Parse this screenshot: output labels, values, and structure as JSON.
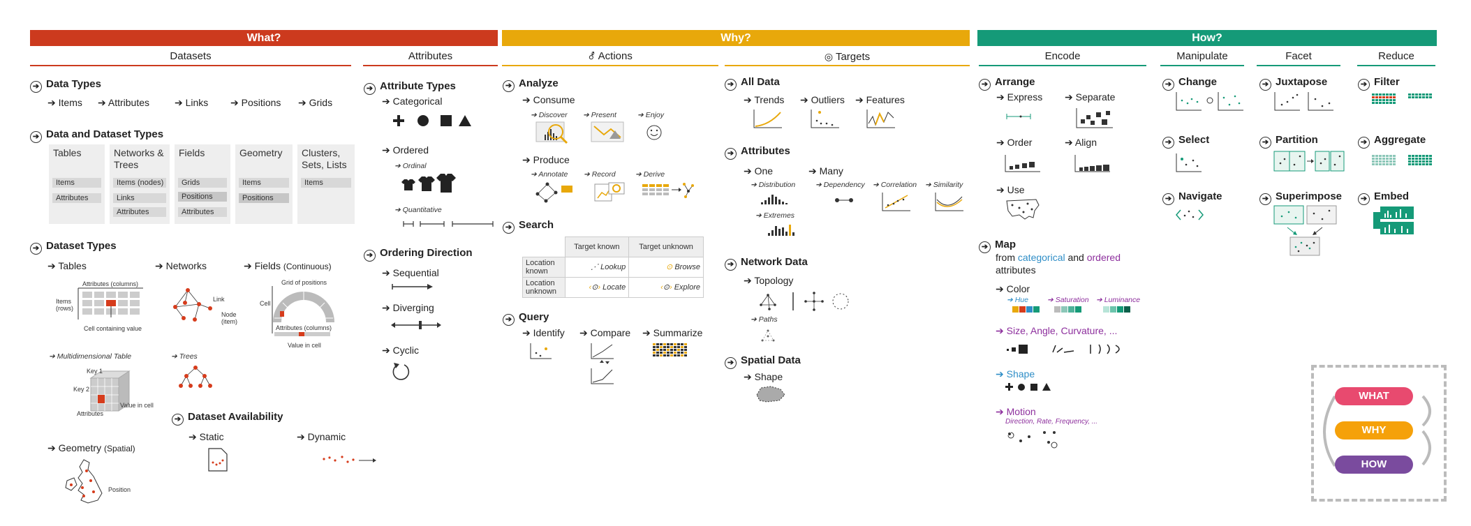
{
  "colors": {
    "what": "#cc3a1e",
    "why": "#e8a80b",
    "how": "#159a78",
    "red": "#d63c1c",
    "orange": "#e8a80b",
    "teal": "#159a78",
    "purple": "#8d2f9d",
    "blue": "#2f8ec7",
    "legend_what": "#e84a6f",
    "legend_why": "#f5a10a",
    "legend_how": "#7a4b9e"
  },
  "bands": {
    "what": "What?",
    "why": "Why?",
    "how": "How?"
  },
  "subs": {
    "datasets": "Datasets",
    "attributes": "Attributes",
    "actions": "Actions",
    "targets": "Targets",
    "encode": "Encode",
    "manipulate": "Manipulate",
    "facet": "Facet",
    "reduce": "Reduce"
  },
  "datasets": {
    "data_types": {
      "title": "Data Types",
      "items": [
        "Items",
        "Attributes",
        "Links",
        "Positions",
        "Grids"
      ]
    },
    "dd_types": {
      "title": "Data and Dataset Types",
      "cards": [
        {
          "title": "Tables",
          "chips": [
            "Items",
            "Attributes"
          ]
        },
        {
          "title": "Networks & Trees",
          "chips": [
            "Items (nodes)",
            "Links",
            "Attributes"
          ]
        },
        {
          "title": "Fields",
          "chips": [
            "Grids",
            "Positions",
            "Attributes"
          ]
        },
        {
          "title": "Geometry",
          "chips": [
            "Items",
            "Positions"
          ]
        },
        {
          "title": "Clusters, Sets, Lists",
          "chips": [
            "Items"
          ]
        }
      ]
    },
    "dataset_types": {
      "title": "Dataset Types",
      "tables": "Tables",
      "networks": "Networks",
      "fields": "Fields",
      "fields_note": "(Continuous)",
      "attr_cols": "Attributes (columns)",
      "items_rows": "Items (rows)",
      "cell": "Cell containing value",
      "link": "Link",
      "node": "Node (item)",
      "grid_positions": "Grid of positions",
      "cell_lbl": "Cell",
      "attr_cols2": "Attributes (columns)",
      "value_in_cell": "Value in cell",
      "multidim": "Multidimensional Table",
      "trees": "Trees",
      "key1": "Key 1",
      "key2": "Key 2",
      "attributes_lbl": "Attributes",
      "value_in_cell2": "Value in cell",
      "geometry": "Geometry",
      "geometry_note": "(Spatial)",
      "position": "Position"
    },
    "availability": {
      "title": "Dataset Availability",
      "static": "Static",
      "dynamic": "Dynamic"
    }
  },
  "attributes": {
    "types": {
      "title": "Attribute Types",
      "categorical": "Categorical",
      "ordered": "Ordered",
      "ordinal": "Ordinal",
      "quantitative": "Quantitative"
    },
    "ordering": {
      "title": "Ordering Direction",
      "sequential": "Sequential",
      "diverging": "Diverging",
      "cyclic": "Cyclic"
    }
  },
  "actions": {
    "analyze": {
      "title": "Analyze",
      "consume": "Consume",
      "discover": "Discover",
      "present": "Present",
      "enjoy": "Enjoy",
      "produce": "Produce",
      "annotate": "Annotate",
      "record": "Record",
      "derive": "Derive"
    },
    "search": {
      "title": "Search",
      "target_known": "Target known",
      "target_unknown": "Target unknown",
      "loc_known": "Location known",
      "loc_unknown": "Location unknown",
      "lookup": "Lookup",
      "browse": "Browse",
      "locate": "Locate",
      "explore": "Explore"
    },
    "query": {
      "title": "Query",
      "identify": "Identify",
      "compare": "Compare",
      "summarize": "Summarize"
    }
  },
  "targets": {
    "all_data": {
      "title": "All Data",
      "trends": "Trends",
      "outliers": "Outliers",
      "features": "Features"
    },
    "attributes": {
      "title": "Attributes",
      "one": "One",
      "many": "Many",
      "distribution": "Distribution",
      "dependency": "Dependency",
      "correlation": "Correlation",
      "similarity": "Similarity",
      "extremes": "Extremes"
    },
    "network": {
      "title": "Network Data",
      "topology": "Topology",
      "paths": "Paths"
    },
    "spatial": {
      "title": "Spatial Data",
      "shape": "Shape"
    }
  },
  "encode": {
    "arrange": {
      "title": "Arrange",
      "express": "Express",
      "separate": "Separate",
      "order": "Order",
      "align": "Align",
      "use": "Use"
    },
    "map": {
      "title": "Map",
      "from": "from",
      "categorical": "categorical",
      "and": "and",
      "ordered": "ordered",
      "attributes": "attributes",
      "color": "Color",
      "hue": "Hue",
      "saturation": "Saturation",
      "luminance": "Luminance",
      "size": "Size, Angle, Curvature, ...",
      "shape": "Shape",
      "motion": "Motion",
      "motion_sub": "Direction, Rate, Frequency, ..."
    }
  },
  "manipulate": {
    "change": "Change",
    "select": "Select",
    "navigate": "Navigate"
  },
  "facet": {
    "juxtapose": "Juxtapose",
    "partition": "Partition",
    "superimpose": "Superimpose"
  },
  "reduce": {
    "filter": "Filter",
    "aggregate": "Aggregate",
    "embed": "Embed"
  },
  "legend": {
    "what": "WHAT",
    "why": "WHY",
    "how": "HOW"
  }
}
